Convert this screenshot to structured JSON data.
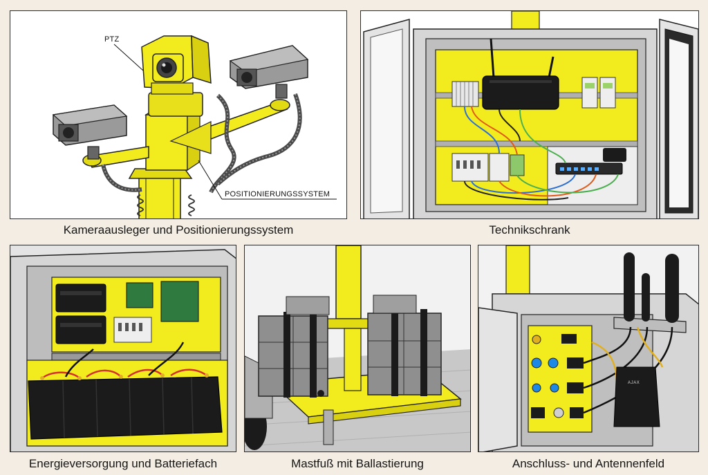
{
  "panels": [
    {
      "caption": "Kameraausleger und Positionierungssystem",
      "callouts": [
        "PTZ",
        "POSITIONIERUNGSSYSTEM"
      ]
    },
    {
      "caption": "Technikschrank"
    },
    {
      "caption": "Energieversorgung und Batteriefach"
    },
    {
      "caption": "Mastfuß mit Ballastierung"
    },
    {
      "caption": "Anschluss- und Antennenfeld",
      "device_logo": "AJAX"
    }
  ],
  "icons": [
    "ptz-camera-icon",
    "bullet-camera-icon",
    "router-icon",
    "network-switch-icon",
    "battery-icon",
    "antenna-icon",
    "ballast-block-icon"
  ],
  "colors": {
    "accent_yellow": "#f2ec1f",
    "housing_grey": "#9a9a9a",
    "cabinet_grey": "#d6d6d6",
    "dark": "#1d1d1d",
    "background": "#f3ede3"
  }
}
